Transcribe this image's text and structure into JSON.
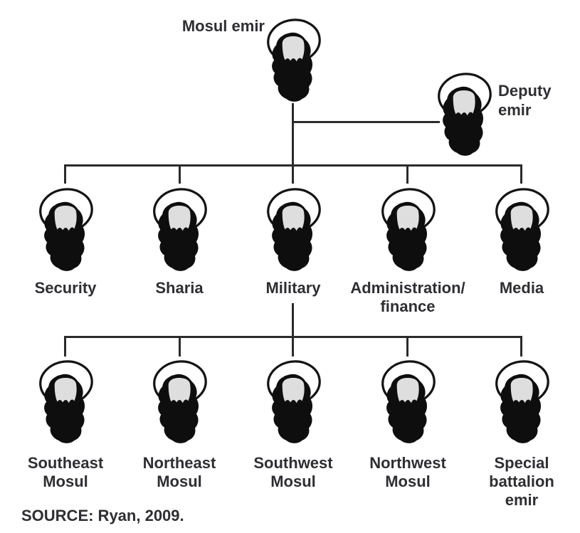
{
  "colors": {
    "line": "#2b2b2b",
    "text": "#2e2e33",
    "beard": "#0e0e0e",
    "face": "#dedede",
    "ring_stroke": "#141414",
    "background": "#ffffff"
  },
  "icon": "bearded-emir-portrait",
  "nodes": {
    "root": "Mosul emir",
    "deputy": "Deputy\nemir",
    "level2": [
      "Security",
      "Sharia",
      "Military",
      "Administration/\nfinance",
      "Media"
    ],
    "level3": [
      "Southeast\nMosul",
      "Northeast\nMosul",
      "Southwest\nMosul",
      "Northwest\nMosul",
      "Special\nbattalion\nemir"
    ]
  },
  "source": "SOURCE: Ryan, 2009."
}
